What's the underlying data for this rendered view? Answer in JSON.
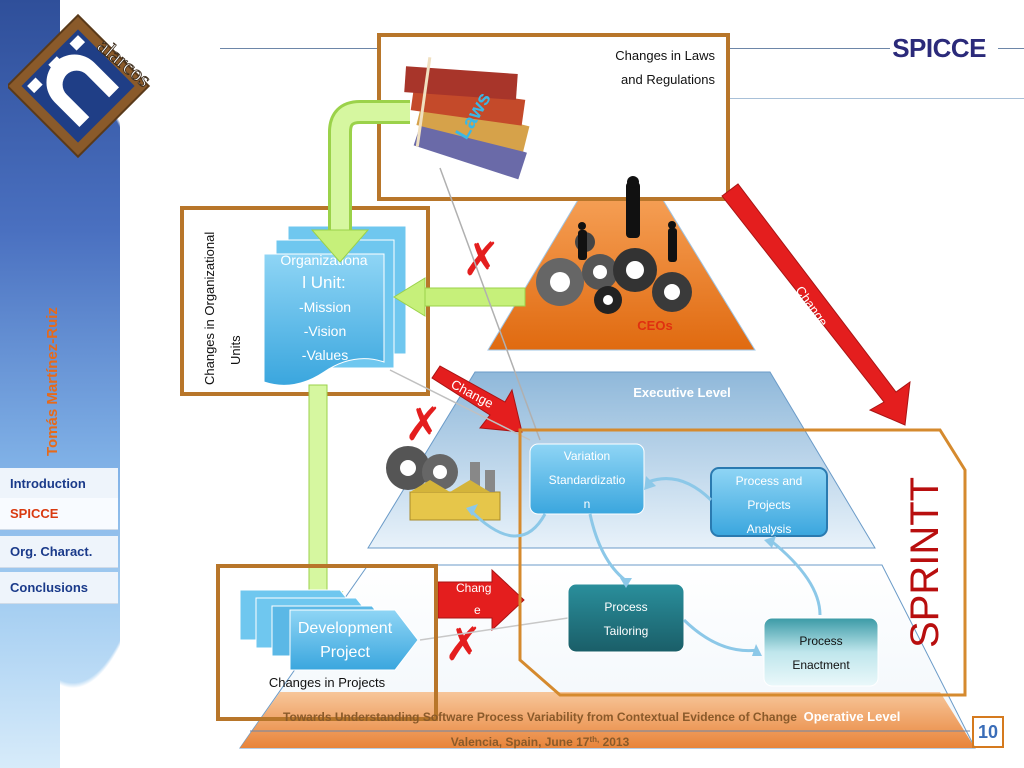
{
  "slide": {
    "title": "SPICCE",
    "page_number": "10",
    "author": "Tomás Martínez-Ruiz",
    "logo_text": "alarcos"
  },
  "nav": [
    {
      "label": "Introduction",
      "active": false
    },
    {
      "label": "SPICCE",
      "active": true
    },
    {
      "label": "Org. Charact.",
      "active": false
    },
    {
      "label": "Conclusions",
      "active": false
    }
  ],
  "diagram": {
    "laws_box": {
      "line1": "Changes in Laws",
      "line2": "and Regulations",
      "book_label": "Laws"
    },
    "org_box": {
      "line1": "Changes in Organizational",
      "line2": "Units"
    },
    "org_doc": {
      "line1": "Organizationa",
      "line2": "l Unit:",
      "items": [
        "-Mission",
        "-Vision",
        "-Values"
      ]
    },
    "ceos_label": "CEOs",
    "executive_level": "Executive Level",
    "operative_level": "Operative Level",
    "change_label_1": "Change",
    "change_label_2": "Change",
    "change_label_3_a": "Chang",
    "change_label_3_b": "e",
    "variation": {
      "line1": "Variation",
      "line2": "Standardizatio",
      "line3": "n"
    },
    "analysis": {
      "line1": "Process and",
      "line2": "Projects",
      "line3": "Analysis"
    },
    "tailoring": {
      "line1": "Process",
      "line2": "Tailoring"
    },
    "enactment": {
      "line1": "Process",
      "line2": "Enactment"
    },
    "sprintt_label": "SPRINTT",
    "dev_project": {
      "line1": "Development",
      "line2": "Project"
    },
    "projects_caption": "Changes in Projects",
    "colors": {
      "orange_box": "#b8762a",
      "red_arrow": "#e41e1e",
      "green_arrow": "#c6f07a",
      "blue_box": "#5bb8e6",
      "teal_box": "#1f6f7c"
    }
  },
  "footer": {
    "paper_title": "Towards Understanding Software Process Variability from Contextual Evidence of Change",
    "venue_prefix": "Valencia, Spain, June 17",
    "venue_sup": "th,",
    "venue_year": " 2013"
  }
}
